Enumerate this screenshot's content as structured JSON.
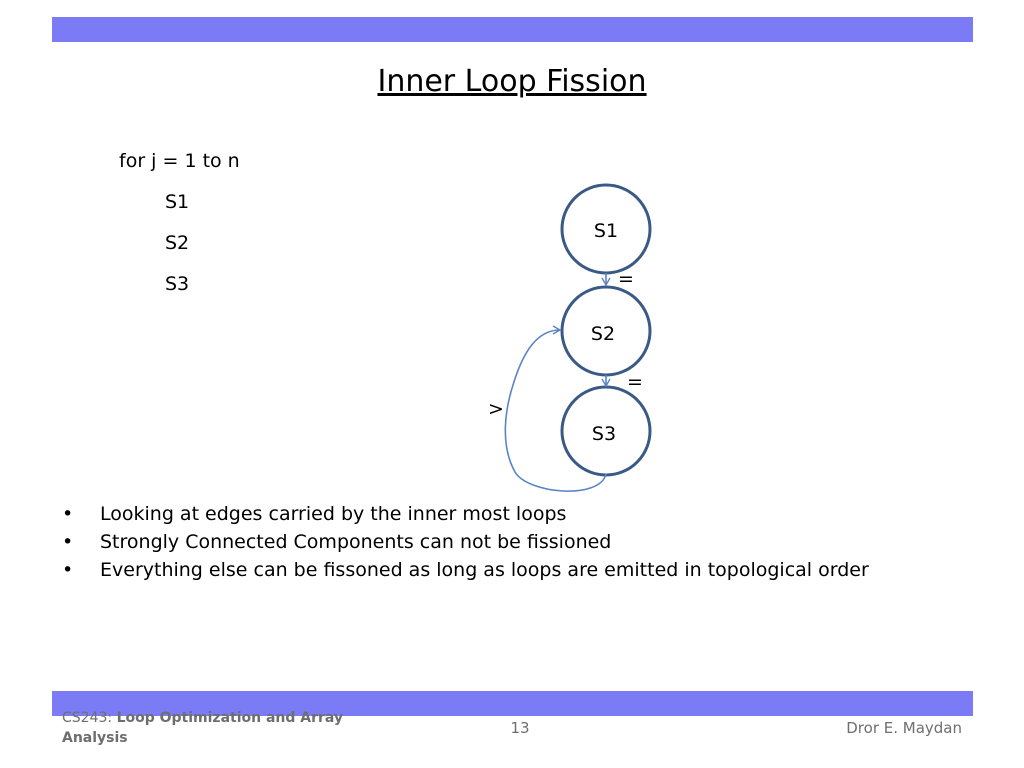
{
  "slide": {
    "title": "Inner Loop Fission",
    "code": {
      "loop_header": "for j = 1 to n",
      "statements": [
        "S1",
        "S2",
        "S3"
      ]
    },
    "diagram": {
      "nodes": [
        "S1",
        "S2",
        "S3"
      ],
      "edge_labels": {
        "s1_s2": "=",
        "s2_s3": "=",
        "s3_s2": ">"
      }
    },
    "bullets": [
      "Looking at edges carried by the inner most loops",
      "Strongly Connected Components can not be fissioned",
      "Everything else can be fissoned as long as loops are emitted in topological order"
    ],
    "bullet_char": "•",
    "footer": {
      "course_prefix": "CS243: ",
      "course_title_bold": "Loop Optimization and Array Analysis",
      "page_number": "13",
      "author": "Dror E. Maydan"
    },
    "colors": {
      "bar": "#7b7bf5",
      "node_stroke": "#3a5a85",
      "edge": "#5a84c4"
    }
  }
}
